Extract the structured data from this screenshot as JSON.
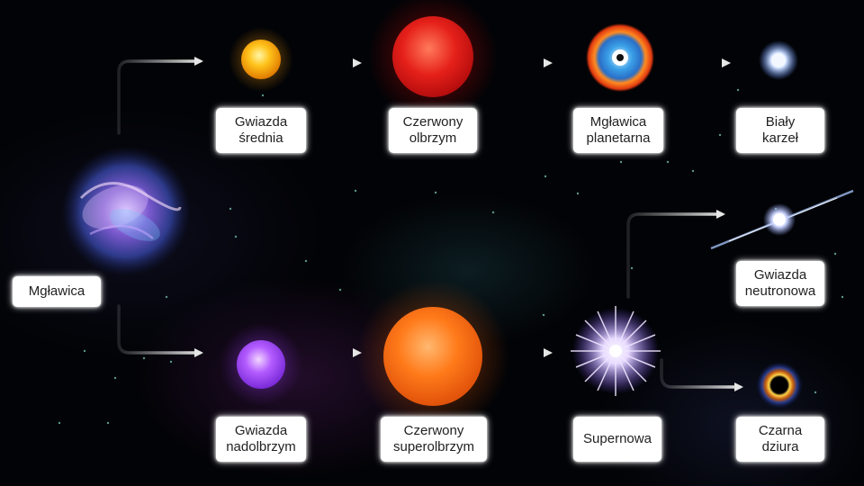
{
  "colors": {
    "background": "#020306",
    "label_bg": "#ffffff",
    "label_text": "#222222",
    "arrow": "#d9d9d9"
  },
  "nodes": {
    "nebula": {
      "lines": [
        "Mgławica"
      ],
      "icon": "nebula-icon"
    },
    "medium_star": {
      "lines": [
        "Gwiazda",
        "średnia"
      ],
      "icon": "yellow-star-icon"
    },
    "red_giant": {
      "lines": [
        "Czerwony",
        "olbrzym"
      ],
      "icon": "red-giant-icon"
    },
    "planetary_nebula": {
      "lines": [
        "Mgławica",
        "planetarna"
      ],
      "icon": "planetary-nebula-icon"
    },
    "white_dwarf": {
      "lines": [
        "Biały",
        "karzeł"
      ],
      "icon": "white-dwarf-icon"
    },
    "supergiant": {
      "lines": [
        "Gwiazda",
        "nadolbrzym"
      ],
      "icon": "violet-star-icon"
    },
    "red_supergiant": {
      "lines": [
        "Czerwony",
        "superolbrzym"
      ],
      "icon": "red-supergiant-icon"
    },
    "supernova": {
      "lines": [
        "Supernowa"
      ],
      "icon": "supernova-icon"
    },
    "neutron_star": {
      "lines": [
        "Gwiazda",
        "neutronowa"
      ],
      "icon": "neutron-star-icon"
    },
    "black_hole": {
      "lines": [
        "Czarna",
        "dziura"
      ],
      "icon": "black-hole-icon"
    }
  }
}
